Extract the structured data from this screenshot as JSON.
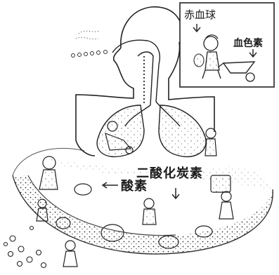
{
  "labels": {
    "red_blood_cell": "赤血球",
    "hemoglobin": "血色素",
    "carbon_dioxide": "二酸化炭素",
    "oxygen": "酸素"
  },
  "colors": {
    "ink": "#1c1c1c",
    "paper": "#ffffff"
  }
}
